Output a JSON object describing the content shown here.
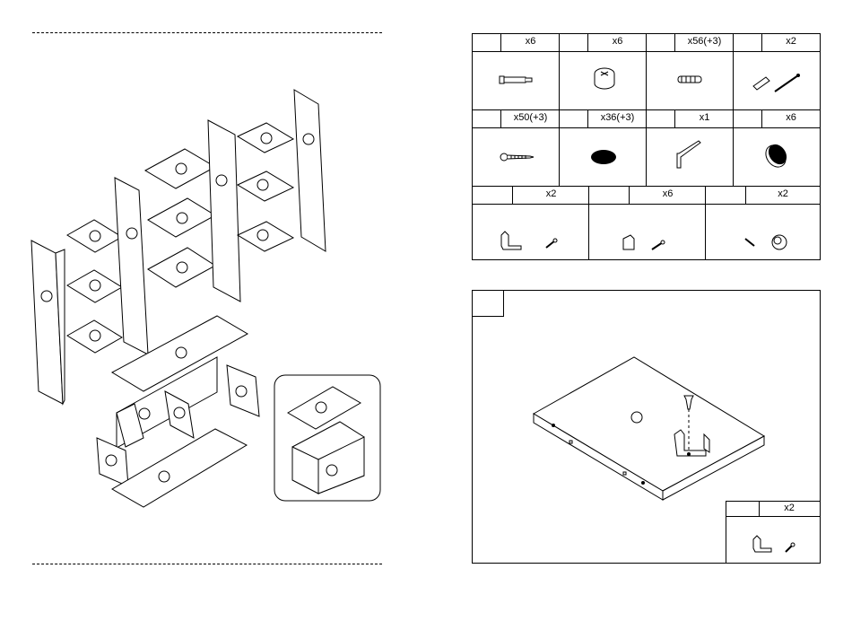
{
  "parts": {
    "row1": [
      {
        "qty": "x6",
        "icon": "cam-bolt-icon"
      },
      {
        "qty": "x6",
        "icon": "cam-lock-icon"
      },
      {
        "qty": "x56(+3)",
        "icon": "wooden-dowel-icon"
      },
      {
        "qty": "x2",
        "icon": "wall-plug-and-screw-icon"
      }
    ],
    "row2": [
      {
        "qty": "x50(+3)",
        "icon": "long-screw-icon"
      },
      {
        "qty": "x36(+3)",
        "icon": "cover-cap-icon"
      },
      {
        "qty": "x1",
        "icon": "allen-key-icon"
      },
      {
        "qty": "x6",
        "icon": "felt-pad-icon"
      }
    ],
    "row3": [
      {
        "qty": "x2",
        "icon": "anti-tip-bracket-and-screw-icon"
      },
      {
        "qty": "x6",
        "icon": "corner-bracket-and-screw-icon"
      },
      {
        "qty": "x2",
        "icon": "knob-and-screw-icon"
      }
    ]
  },
  "step": {
    "number": "",
    "detail_qty": "x2"
  }
}
